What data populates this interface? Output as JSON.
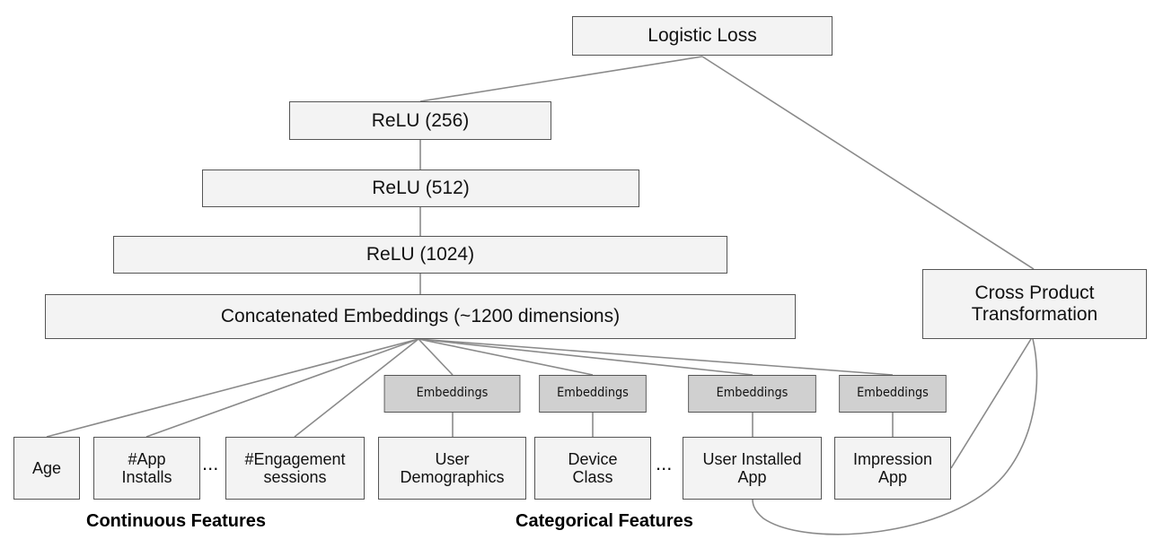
{
  "colors": {
    "edge": "#8a8a8a",
    "box_border": "#555555",
    "box_fill": "#f3f3f3",
    "embedding_fill": "#d0d0d0"
  },
  "layers": {
    "loss": "Logistic Loss",
    "relu_256": "ReLU (256)",
    "relu_512": "ReLU (512)",
    "relu_1024": "ReLU (1024)",
    "concat": "Concatenated Embeddings (~1200 dimensions)",
    "cross_product": [
      "Cross Product",
      "Transformation"
    ]
  },
  "embeddings_label": "Embeddings",
  "continuous_features": [
    [
      "Age"
    ],
    [
      "#App",
      "Installs"
    ],
    [
      "#Engagement",
      "sessions"
    ]
  ],
  "categorical_features": [
    [
      "User",
      "Demographics"
    ],
    [
      "Device",
      "Class"
    ],
    [
      "User Installed",
      "App"
    ],
    [
      "Impression",
      "App"
    ]
  ],
  "ellipsis": "...",
  "group_labels": {
    "continuous": "Continuous Features",
    "categorical": "Categorical Features"
  }
}
